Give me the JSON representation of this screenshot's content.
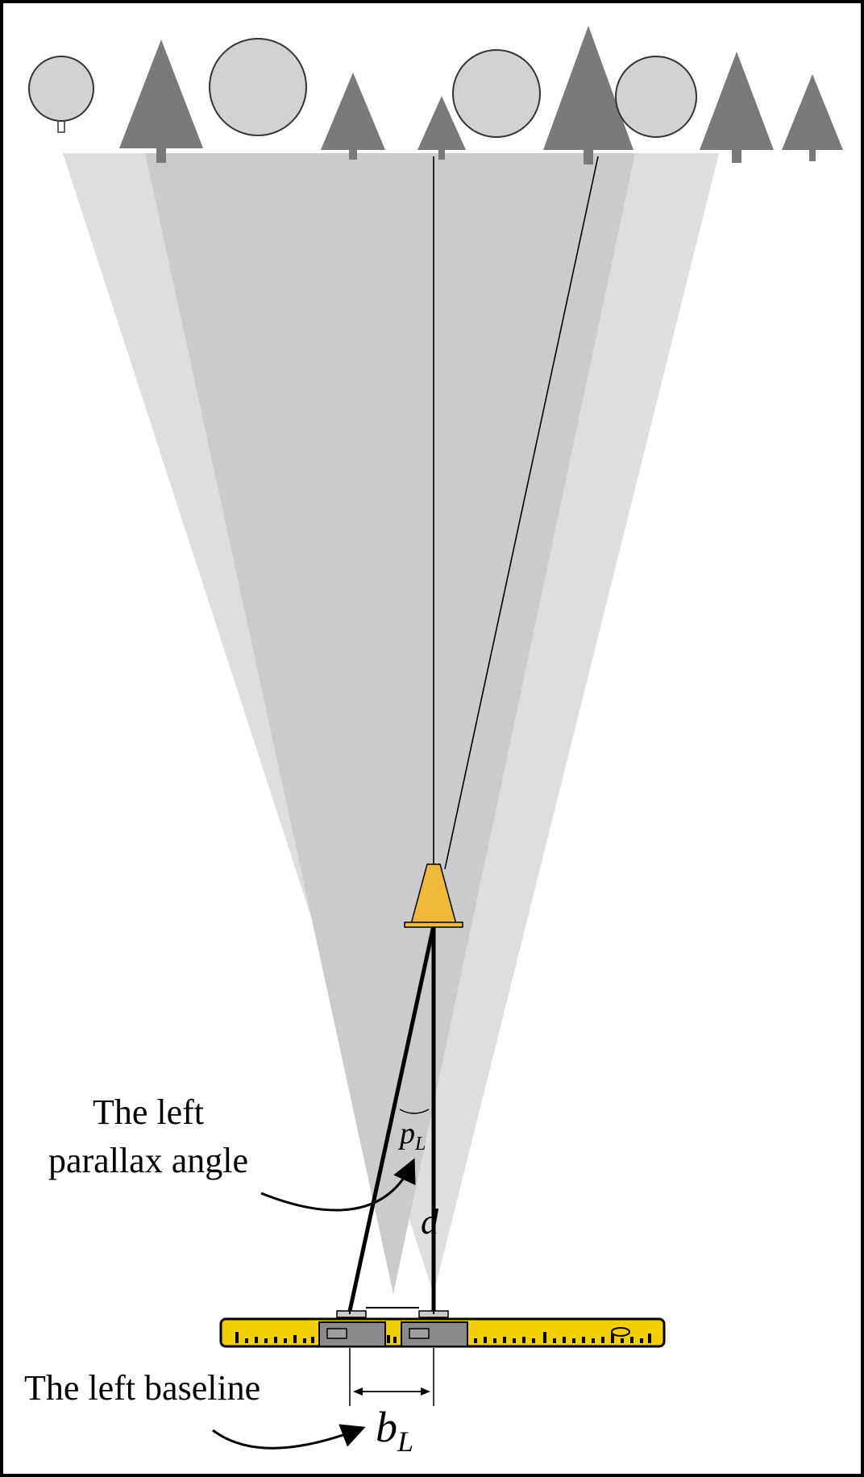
{
  "labels": {
    "left_parallax_angle_line1": "The left",
    "left_parallax_angle_line2": "parallax angle",
    "left_baseline": "The left baseline",
    "angle_symbol_base": "p",
    "angle_symbol_sub": "L",
    "distance_symbol": "d",
    "baseline_symbol_base": "b",
    "baseline_symbol_sub": "L"
  },
  "colors": {
    "background": "#ffffff",
    "outer_cone": "#dedee0",
    "inner_cone": "#cbcbce",
    "evergreen_tree": "#7a7a7a",
    "deciduous_tree": "#d2d2d2",
    "cone_marker": "#f0b93a",
    "ruler": "#f2cf00",
    "ruler_block": "#8a8a8a",
    "line": "#000000"
  },
  "icons": {
    "trees": [
      "deciduous-tree-icon",
      "evergreen-tree-icon",
      "deciduous-tree-icon",
      "evergreen-tree-icon",
      "evergreen-tree-icon",
      "deciduous-tree-icon",
      "evergreen-tree-icon",
      "deciduous-tree-icon",
      "evergreen-tree-icon",
      "evergreen-tree-icon"
    ],
    "marker": "traffic-cone-icon",
    "ruler": "ruler-icon"
  }
}
